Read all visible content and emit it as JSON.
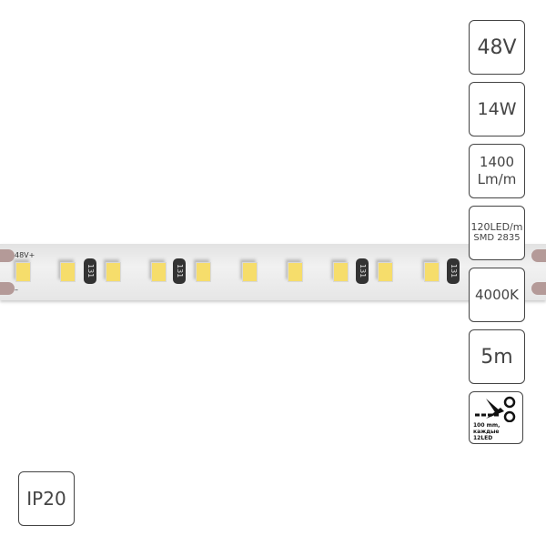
{
  "strip": {
    "plus_label": "48V+",
    "minus_label": "–",
    "resistor_code": "131",
    "led_color": "#f6dd6b"
  },
  "badges": {
    "voltage": "48V",
    "power": "14W",
    "flux_line1": "1400",
    "flux_line2": "Lm/m",
    "density_line1": "120LED/m",
    "density_line2": "SMD 2835",
    "cct": "4000K",
    "length": "5m",
    "cut_line1": "100 mm, каждые",
    "cut_line2": "12LED",
    "ip": "IP20"
  }
}
